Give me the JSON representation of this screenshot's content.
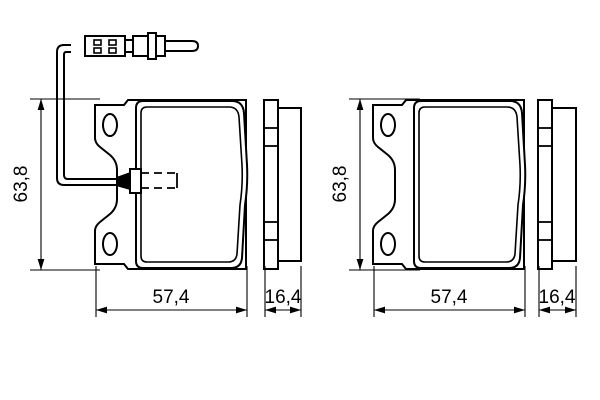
{
  "drawing": {
    "title": "Brake pad set technical drawing",
    "background_color": "#ffffff",
    "line_color": "#000000",
    "views": [
      {
        "id": "left-pad-front-view",
        "label": "Brake pad with wear sensor - front view",
        "has_wear_sensor": true,
        "dimensions": {
          "height_label": "63,8",
          "width_label": "57,4"
        }
      },
      {
        "id": "left-pad-side-view",
        "label": "Brake pad with wear sensor - side view",
        "dimensions": {
          "thickness_label": "16,4"
        }
      },
      {
        "id": "right-pad-front-view",
        "label": "Brake pad without sensor - front view",
        "has_wear_sensor": false,
        "dimensions": {
          "height_label": "63,8",
          "width_label": "57,4"
        }
      },
      {
        "id": "right-pad-side-view",
        "label": "Brake pad without sensor - side view",
        "dimensions": {
          "thickness_label": "16,4"
        }
      }
    ],
    "dimension_labels": {
      "left_height": "63,8",
      "left_width": "57,4",
      "left_thickness": "16,4",
      "right_height": "63,8",
      "right_width": "57,4",
      "right_thickness": "16,4"
    },
    "components": {
      "wear_sensor_cable": "wear-indicator-cable",
      "wear_sensor_connector": "electrical-connector-plug",
      "sensor_contact": "sensor-contact-block"
    }
  }
}
